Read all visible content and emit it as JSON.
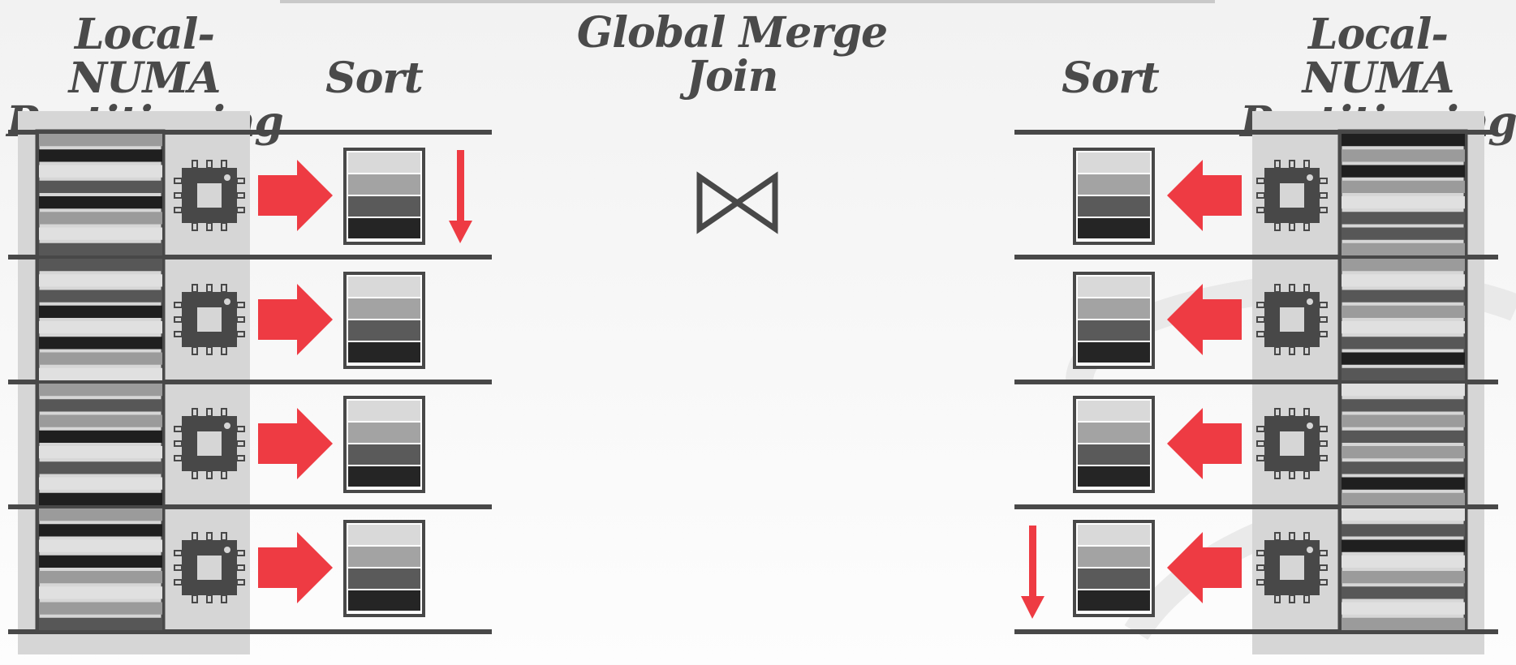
{
  "left_header": {
    "partition_line1": "Local-NUMA",
    "partition_line2": "Partitioning",
    "sort": "Sort"
  },
  "center_header": {
    "line1": "Global Merge",
    "line2": "Join",
    "join_symbol": "⋈"
  },
  "right_header": {
    "sort": "Sort",
    "partition_line1": "Local-NUMA",
    "partition_line2": "Partitioning"
  },
  "colors": {
    "arrow": "#ee3b43",
    "dark": "#484848",
    "panel": "#d6d6d6"
  },
  "left_partitions": [
    [
      "#9b9b9b",
      "#1f1f1f",
      "#e0e0e0",
      "#575757",
      "#1f1f1f",
      "#9b9b9b",
      "#e0e0e0",
      "#575757"
    ],
    [
      "#575757",
      "#e0e0e0",
      "#575757",
      "#1f1f1f",
      "#e0e0e0",
      "#1f1f1f",
      "#9b9b9b",
      "#e0e0e0"
    ],
    [
      "#9b9b9b",
      "#575757",
      "#9b9b9b",
      "#1f1f1f",
      "#e0e0e0",
      "#575757",
      "#e0e0e0",
      "#1f1f1f"
    ],
    [
      "#9b9b9b",
      "#1f1f1f",
      "#e0e0e0",
      "#1f1f1f",
      "#9b9b9b",
      "#e0e0e0",
      "#9b9b9b",
      "#575757"
    ]
  ],
  "right_partitions": [
    [
      "#1f1f1f",
      "#9b9b9b",
      "#1f1f1f",
      "#9b9b9b",
      "#e0e0e0",
      "#575757",
      "#575757",
      "#9b9b9b"
    ],
    [
      "#9b9b9b",
      "#e0e0e0",
      "#575757",
      "#9b9b9b",
      "#e0e0e0",
      "#575757",
      "#1f1f1f",
      "#575757"
    ],
    [
      "#e0e0e0",
      "#575757",
      "#9b9b9b",
      "#575757",
      "#9b9b9b",
      "#575757",
      "#1f1f1f",
      "#9b9b9b"
    ],
    [
      "#e0e0e0",
      "#575757",
      "#1f1f1f",
      "#e0e0e0",
      "#9b9b9b",
      "#575757",
      "#e0e0e0",
      "#9b9b9b"
    ]
  ],
  "sorted_run": [
    "#d9d9d9",
    "#a3a3a3",
    "#5a5a5a",
    "#252525"
  ]
}
